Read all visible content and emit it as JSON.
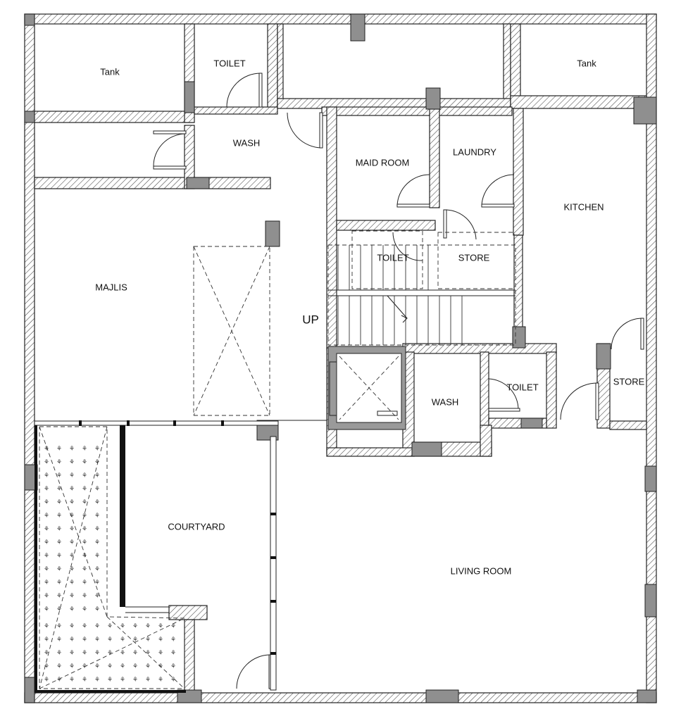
{
  "rooms": {
    "tank_left": "Tank",
    "toilet_top": "TOILET",
    "tank_right": "Tank",
    "wash_top": "WASH",
    "maid_room": "MAID ROOM",
    "laundry": "LAUNDRY",
    "kitchen": "KITCHEN",
    "majlis": "MAJLIS",
    "toilet_mid": "TOILET",
    "store_mid": "STORE",
    "up": "UP",
    "wash_mid": "WASH",
    "toilet_right": "TOILET",
    "store_right": "STORE",
    "courtyard": "COURTYARD",
    "living_room": "LIVING ROOM"
  }
}
